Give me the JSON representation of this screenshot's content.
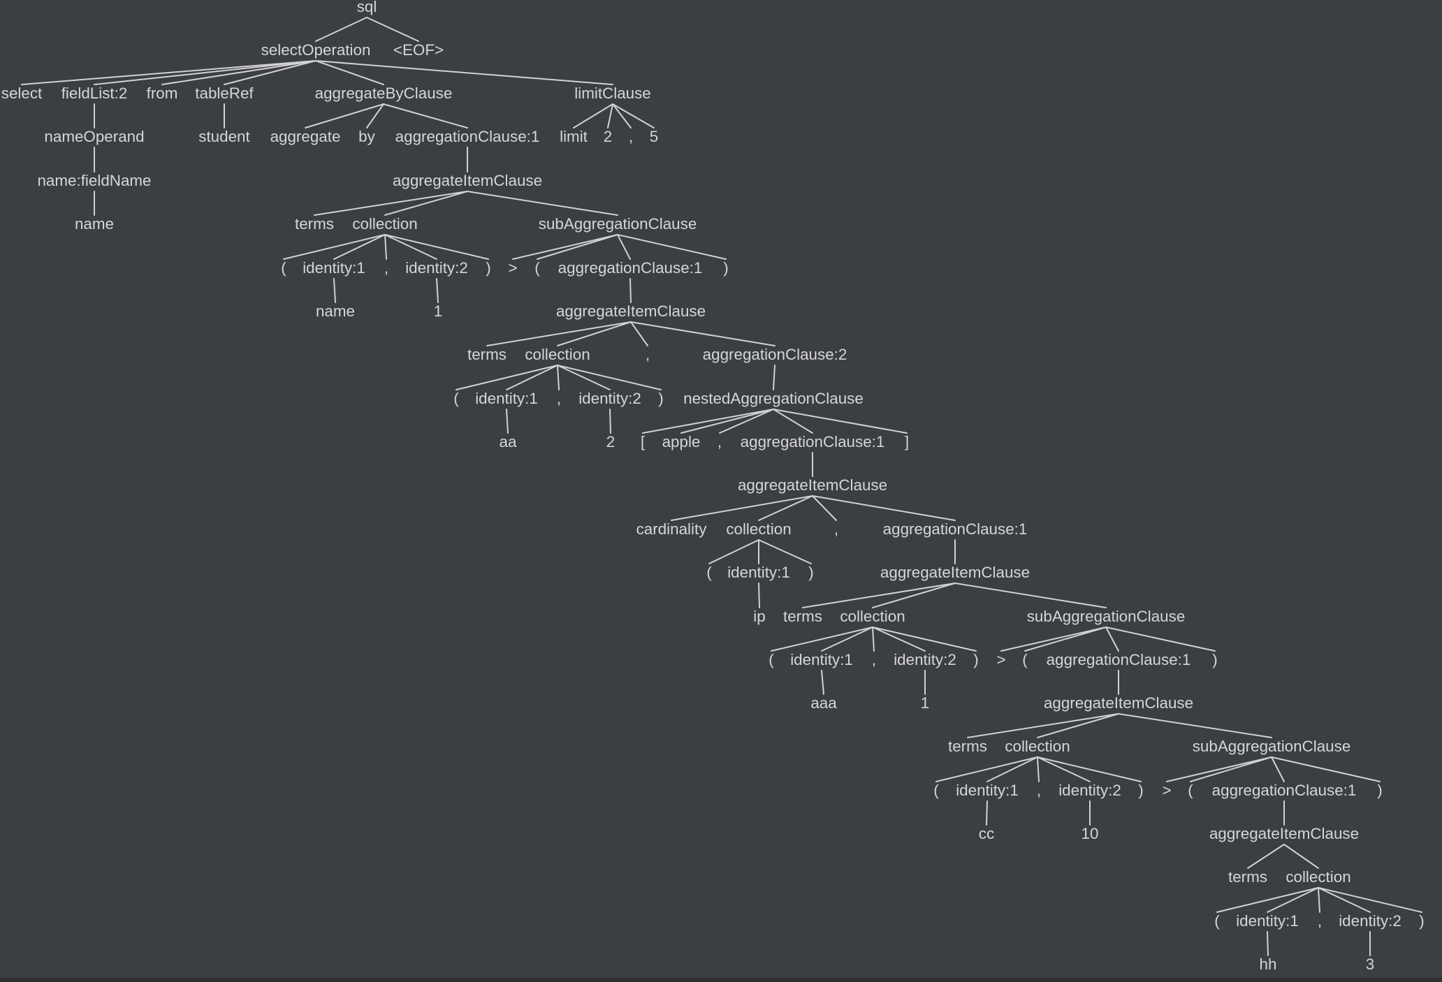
{
  "colors": {
    "background": "#3b3e42",
    "text": "#d6d6d6",
    "edge": "#d2d2d2"
  },
  "nodes": [
    {
      "id": "n1",
      "label": "sql"
    },
    {
      "id": "n2",
      "label": "selectOperation"
    },
    {
      "id": "n3",
      "label": "<EOF>"
    },
    {
      "id": "n4",
      "label": "select"
    },
    {
      "id": "n5",
      "label": "fieldList:2"
    },
    {
      "id": "n6",
      "label": "from"
    },
    {
      "id": "n7",
      "label": "tableRef"
    },
    {
      "id": "n8",
      "label": "aggregateByClause"
    },
    {
      "id": "n9",
      "label": "limitClause"
    },
    {
      "id": "n10",
      "label": "nameOperand"
    },
    {
      "id": "n11",
      "label": "student"
    },
    {
      "id": "n12",
      "label": "aggregate"
    },
    {
      "id": "n13",
      "label": "by"
    },
    {
      "id": "n14",
      "label": "aggregationClause:1"
    },
    {
      "id": "n15",
      "label": "limit"
    },
    {
      "id": "n16",
      "label": "2"
    },
    {
      "id": "n17",
      "label": ","
    },
    {
      "id": "n18",
      "label": "5"
    },
    {
      "id": "n19",
      "label": "name:fieldName"
    },
    {
      "id": "n20",
      "label": "aggregateItemClause"
    },
    {
      "id": "n21",
      "label": "name"
    },
    {
      "id": "n22",
      "label": "terms"
    },
    {
      "id": "n23",
      "label": "collection"
    },
    {
      "id": "n24",
      "label": "subAggregationClause"
    },
    {
      "id": "n25",
      "label": "("
    },
    {
      "id": "n26",
      "label": "identity:1"
    },
    {
      "id": "n27",
      "label": ","
    },
    {
      "id": "n28",
      "label": "identity:2"
    },
    {
      "id": "n29",
      "label": ")"
    },
    {
      "id": "n30",
      "label": ">"
    },
    {
      "id": "n31",
      "label": "("
    },
    {
      "id": "n32",
      "label": "aggregationClause:1"
    },
    {
      "id": "n33",
      "label": ")"
    },
    {
      "id": "n34",
      "label": "name"
    },
    {
      "id": "n35",
      "label": "1"
    },
    {
      "id": "n36",
      "label": "aggregateItemClause"
    },
    {
      "id": "n37",
      "label": "terms"
    },
    {
      "id": "n38",
      "label": "collection"
    },
    {
      "id": "n39",
      "label": ","
    },
    {
      "id": "n40",
      "label": "aggregationClause:2"
    },
    {
      "id": "n41",
      "label": "("
    },
    {
      "id": "n42",
      "label": "identity:1"
    },
    {
      "id": "n43",
      "label": ","
    },
    {
      "id": "n44",
      "label": "identity:2"
    },
    {
      "id": "n45",
      "label": ")"
    },
    {
      "id": "n46",
      "label": "nestedAggregationClause"
    },
    {
      "id": "n47",
      "label": "aa"
    },
    {
      "id": "n48",
      "label": "2"
    },
    {
      "id": "n49",
      "label": "["
    },
    {
      "id": "n50",
      "label": "apple"
    },
    {
      "id": "n51",
      "label": ","
    },
    {
      "id": "n52",
      "label": "aggregationClause:1"
    },
    {
      "id": "n53",
      "label": "]"
    },
    {
      "id": "n54",
      "label": "aggregateItemClause"
    },
    {
      "id": "n55",
      "label": "cardinality"
    },
    {
      "id": "n56",
      "label": "collection"
    },
    {
      "id": "n57",
      "label": ","
    },
    {
      "id": "n58",
      "label": "aggregationClause:1"
    },
    {
      "id": "n59",
      "label": "("
    },
    {
      "id": "n60",
      "label": "identity:1"
    },
    {
      "id": "n61",
      "label": ")"
    },
    {
      "id": "n62",
      "label": "aggregateItemClause"
    },
    {
      "id": "n63",
      "label": "ip"
    },
    {
      "id": "n64",
      "label": "terms"
    },
    {
      "id": "n65",
      "label": "collection"
    },
    {
      "id": "n66",
      "label": "subAggregationClause"
    },
    {
      "id": "n67",
      "label": "("
    },
    {
      "id": "n68",
      "label": "identity:1"
    },
    {
      "id": "n69",
      "label": ","
    },
    {
      "id": "n70",
      "label": "identity:2"
    },
    {
      "id": "n71",
      "label": ")"
    },
    {
      "id": "n72",
      "label": ">"
    },
    {
      "id": "n73",
      "label": "("
    },
    {
      "id": "n74",
      "label": "aggregationClause:1"
    },
    {
      "id": "n75",
      "label": ")"
    },
    {
      "id": "n76",
      "label": "aaa"
    },
    {
      "id": "n77",
      "label": "1"
    },
    {
      "id": "n78",
      "label": "aggregateItemClause"
    },
    {
      "id": "n79",
      "label": "terms"
    },
    {
      "id": "n80",
      "label": "collection"
    },
    {
      "id": "n81",
      "label": "subAggregationClause"
    },
    {
      "id": "n82",
      "label": "("
    },
    {
      "id": "n83",
      "label": "identity:1"
    },
    {
      "id": "n84",
      "label": ","
    },
    {
      "id": "n85",
      "label": "identity:2"
    },
    {
      "id": "n86",
      "label": ")"
    },
    {
      "id": "n87",
      "label": ">"
    },
    {
      "id": "n88",
      "label": "("
    },
    {
      "id": "n89",
      "label": "aggregationClause:1"
    },
    {
      "id": "n90",
      "label": ")"
    },
    {
      "id": "n91",
      "label": "cc"
    },
    {
      "id": "n92",
      "label": "10"
    },
    {
      "id": "n93",
      "label": "aggregateItemClause"
    },
    {
      "id": "n94",
      "label": "terms"
    },
    {
      "id": "n95",
      "label": "collection"
    },
    {
      "id": "n96",
      "label": "("
    },
    {
      "id": "n97",
      "label": "identity:1"
    },
    {
      "id": "n98",
      "label": ","
    },
    {
      "id": "n99",
      "label": "identity:2"
    },
    {
      "id": "n100",
      "label": ")"
    },
    {
      "id": "n101",
      "label": "hh"
    },
    {
      "id": "n102",
      "label": "3"
    }
  ],
  "edges": [
    [
      "n1",
      "n2"
    ],
    [
      "n1",
      "n3"
    ],
    [
      "n2",
      "n4"
    ],
    [
      "n2",
      "n5"
    ],
    [
      "n2",
      "n6"
    ],
    [
      "n2",
      "n7"
    ],
    [
      "n2",
      "n8"
    ],
    [
      "n2",
      "n9"
    ],
    [
      "n5",
      "n10"
    ],
    [
      "n7",
      "n11"
    ],
    [
      "n8",
      "n12"
    ],
    [
      "n8",
      "n13"
    ],
    [
      "n8",
      "n14"
    ],
    [
      "n9",
      "n15"
    ],
    [
      "n9",
      "n16"
    ],
    [
      "n9",
      "n17"
    ],
    [
      "n9",
      "n18"
    ],
    [
      "n10",
      "n19"
    ],
    [
      "n19",
      "n21"
    ],
    [
      "n14",
      "n20"
    ],
    [
      "n20",
      "n22"
    ],
    [
      "n20",
      "n23"
    ],
    [
      "n20",
      "n24"
    ],
    [
      "n23",
      "n25"
    ],
    [
      "n23",
      "n26"
    ],
    [
      "n23",
      "n27"
    ],
    [
      "n23",
      "n28"
    ],
    [
      "n23",
      "n29"
    ],
    [
      "n26",
      "n34"
    ],
    [
      "n28",
      "n35"
    ],
    [
      "n24",
      "n30"
    ],
    [
      "n24",
      "n31"
    ],
    [
      "n24",
      "n32"
    ],
    [
      "n24",
      "n33"
    ],
    [
      "n32",
      "n36"
    ],
    [
      "n36",
      "n37"
    ],
    [
      "n36",
      "n38"
    ],
    [
      "n36",
      "n39"
    ],
    [
      "n36",
      "n40"
    ],
    [
      "n38",
      "n41"
    ],
    [
      "n38",
      "n42"
    ],
    [
      "n38",
      "n43"
    ],
    [
      "n38",
      "n44"
    ],
    [
      "n38",
      "n45"
    ],
    [
      "n42",
      "n47"
    ],
    [
      "n44",
      "n48"
    ],
    [
      "n40",
      "n46"
    ],
    [
      "n46",
      "n49"
    ],
    [
      "n46",
      "n50"
    ],
    [
      "n46",
      "n51"
    ],
    [
      "n46",
      "n52"
    ],
    [
      "n46",
      "n53"
    ],
    [
      "n52",
      "n54"
    ],
    [
      "n54",
      "n55"
    ],
    [
      "n54",
      "n56"
    ],
    [
      "n54",
      "n57"
    ],
    [
      "n54",
      "n58"
    ],
    [
      "n56",
      "n59"
    ],
    [
      "n56",
      "n60"
    ],
    [
      "n56",
      "n61"
    ],
    [
      "n60",
      "n63"
    ],
    [
      "n58",
      "n62"
    ],
    [
      "n62",
      "n64"
    ],
    [
      "n62",
      "n65"
    ],
    [
      "n62",
      "n66"
    ],
    [
      "n65",
      "n67"
    ],
    [
      "n65",
      "n68"
    ],
    [
      "n65",
      "n69"
    ],
    [
      "n65",
      "n70"
    ],
    [
      "n65",
      "n71"
    ],
    [
      "n68",
      "n76"
    ],
    [
      "n70",
      "n77"
    ],
    [
      "n66",
      "n72"
    ],
    [
      "n66",
      "n73"
    ],
    [
      "n66",
      "n74"
    ],
    [
      "n66",
      "n75"
    ],
    [
      "n74",
      "n78"
    ],
    [
      "n78",
      "n79"
    ],
    [
      "n78",
      "n80"
    ],
    [
      "n78",
      "n81"
    ],
    [
      "n80",
      "n82"
    ],
    [
      "n80",
      "n83"
    ],
    [
      "n80",
      "n84"
    ],
    [
      "n80",
      "n85"
    ],
    [
      "n80",
      "n86"
    ],
    [
      "n83",
      "n91"
    ],
    [
      "n85",
      "n92"
    ],
    [
      "n81",
      "n87"
    ],
    [
      "n81",
      "n88"
    ],
    [
      "n81",
      "n89"
    ],
    [
      "n81",
      "n90"
    ],
    [
      "n89",
      "n93"
    ],
    [
      "n93",
      "n94"
    ],
    [
      "n93",
      "n95"
    ],
    [
      "n95",
      "n96"
    ],
    [
      "n95",
      "n97"
    ],
    [
      "n95",
      "n98"
    ],
    [
      "n95",
      "n99"
    ],
    [
      "n95",
      "n100"
    ],
    [
      "n97",
      "n101"
    ],
    [
      "n99",
      "n102"
    ]
  ]
}
